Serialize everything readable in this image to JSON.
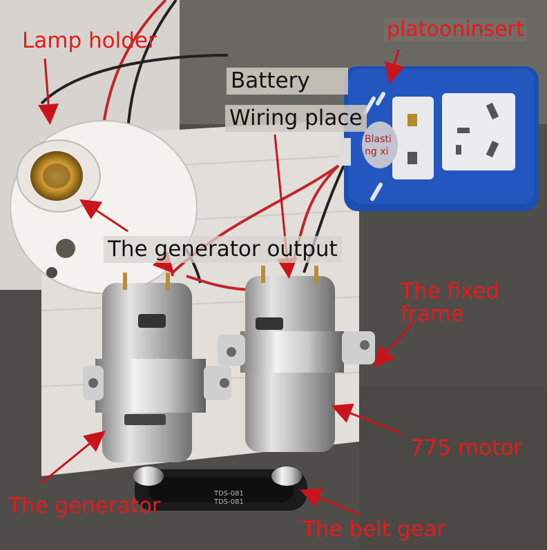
{
  "labels": {
    "lamp_holder": "Lamp holder",
    "platoon_insert": "platooninsert",
    "battery": "Battery",
    "wiring_place": "Wiring place",
    "generator_output": "The generator output",
    "fixed_frame": "The fixed frame",
    "motor_775": "775 motor",
    "generator": "The generator",
    "belt_gear": "The belt gear"
  },
  "sticker": {
    "line1": "Blasti",
    "line2": "ng xi"
  },
  "belt_text": {
    "line1": "TDS-081",
    "line2": "TDS-081"
  },
  "colors": {
    "annotation_red": "#e8191a",
    "socket_blue": "#1d4fb3",
    "board": "#e2dfda",
    "background": "#5b5a55"
  }
}
